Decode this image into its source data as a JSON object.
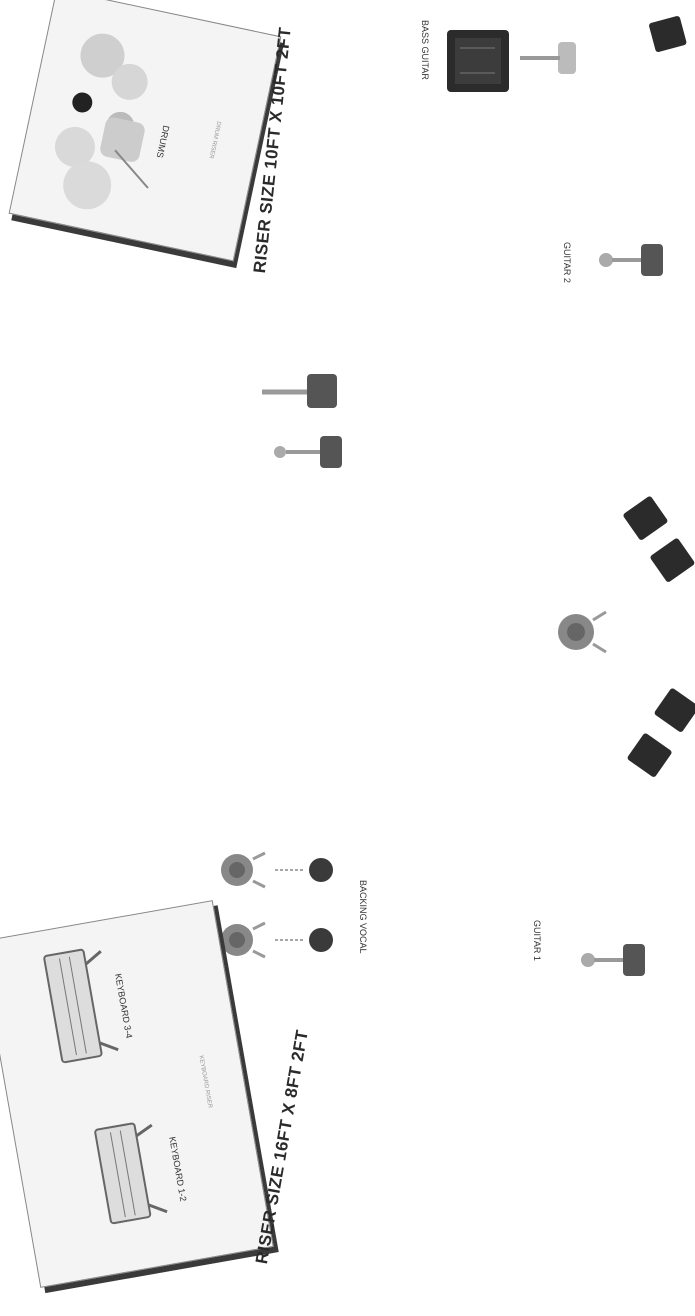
{
  "drum_riser": {
    "label": "DRUMS",
    "sub_label": "DRUM RISER",
    "size_text": "RISER SIZE 10FT X 10FT 2FT"
  },
  "keys_riser": {
    "sub_label": "KEYBOARD RISER",
    "size_text": "RISER SIZE 16FT X 8FT 2FT",
    "keyboard_a": "KEYBOARD 1-2",
    "keyboard_b": "KEYBOARD 3-4"
  },
  "labels": {
    "bass_guitar": "BASS GUITAR",
    "guitar_2": "GUITAR 2",
    "guitar_1": "GUITAR 1",
    "backing_vocal": "BACKING VOCAL"
  },
  "colors": {
    "riser_fill": "#f4f4f4",
    "shadow": "#3a3a3a",
    "amp": "#2b2b2b",
    "cymbal": "#c9c9c9"
  }
}
